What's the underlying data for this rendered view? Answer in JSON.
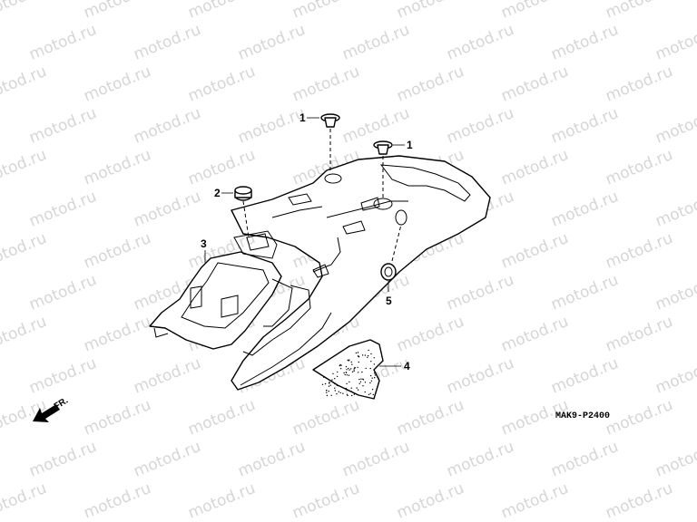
{
  "watermark": {
    "text": "motod.ru"
  },
  "callouts": {
    "c1a": "1",
    "c1b": "1",
    "c2": "2",
    "c3": "3",
    "c4": "4",
    "c5": "5"
  },
  "direction": {
    "label": "FR.",
    "icon": "arrow-left-down-icon"
  },
  "drawing_code": "MAK9-P2400"
}
